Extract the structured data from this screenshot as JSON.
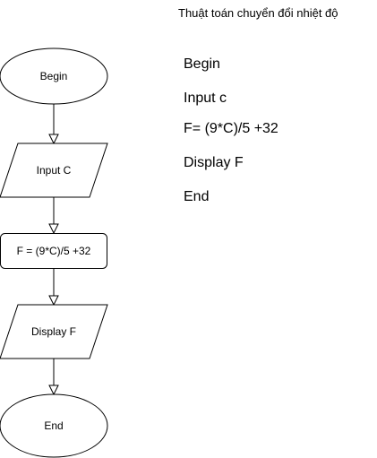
{
  "title": "Thuật toán chuyển đổi nhiệt độ",
  "flowchart": {
    "nodes": [
      {
        "id": "begin",
        "shape": "ellipse",
        "label": "Begin"
      },
      {
        "id": "input",
        "shape": "parallelogram",
        "label": "Input C"
      },
      {
        "id": "process",
        "shape": "rounded-rect",
        "label": "F = (9*C)/5 +32"
      },
      {
        "id": "output",
        "shape": "parallelogram",
        "label": "Display F"
      },
      {
        "id": "end",
        "shape": "ellipse",
        "label": "End"
      }
    ],
    "edges": [
      {
        "from": "begin",
        "to": "input"
      },
      {
        "from": "input",
        "to": "process"
      },
      {
        "from": "process",
        "to": "output"
      },
      {
        "from": "output",
        "to": "end"
      }
    ]
  },
  "steps": [
    "Begin",
    "Input c",
    "F= (9*C)/5 +32",
    "Display F",
    "End"
  ]
}
